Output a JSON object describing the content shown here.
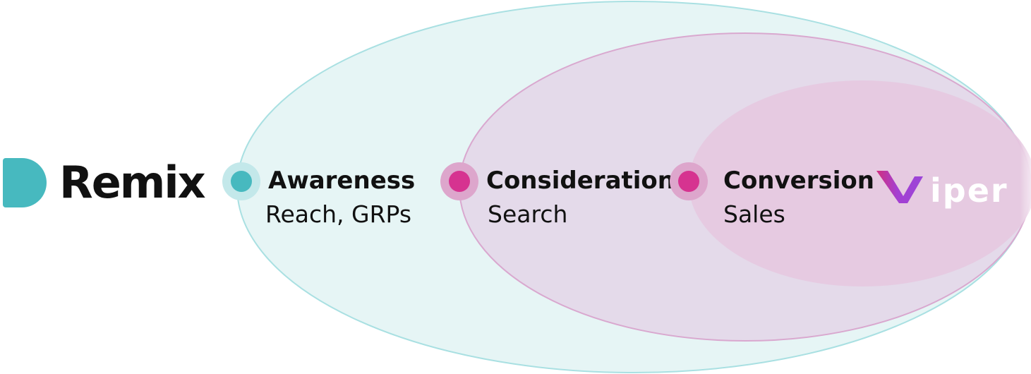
{
  "brand_left": {
    "name": "Remix",
    "accent_color": "#47B9BF"
  },
  "brand_right": {
    "name": "viper",
    "accent_color": "#C42D8F"
  },
  "stages": [
    {
      "title": "Awareness",
      "subtitle": "Reach, GRPs",
      "color": "#47B9BF"
    },
    {
      "title": "Consideration",
      "subtitle": "Search",
      "color": "#D63390"
    },
    {
      "title": "Conversion",
      "subtitle": "Sales",
      "color": "#D63390"
    }
  ]
}
